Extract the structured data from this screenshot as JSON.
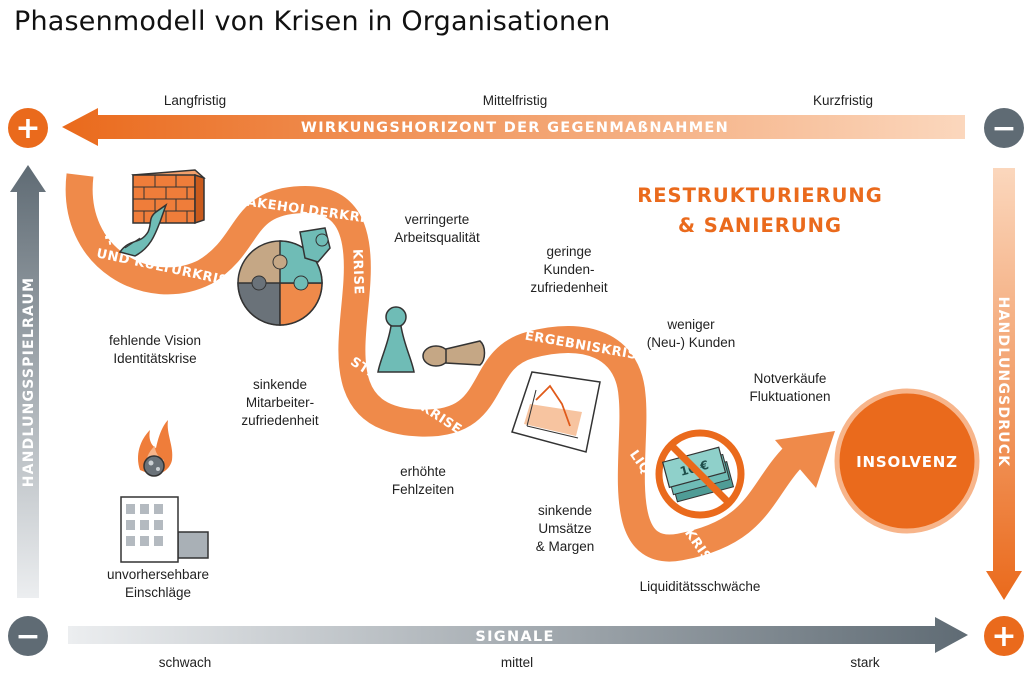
{
  "title": "Phasenmodell von Krisen in Organisationen",
  "horizon": {
    "label": "WIRKUNGSHORIZONT DER GEGENMAßNAHMEN",
    "ticks": [
      "Langfristig",
      "Mittelfristig",
      "Kurzfristig"
    ]
  },
  "signals": {
    "label": "SIGNALE",
    "ticks": [
      "schwach",
      "mittel",
      "stark"
    ]
  },
  "left_axis": "HANDLUNGSSPIELRAUM",
  "right_axis": "HANDLUNGSDRUCK",
  "symbols": {
    "plus": "+",
    "minus": "−"
  },
  "phases": [
    "SINN- UND KULTURKRISE",
    "STAKEHOLDERKRISE",
    "STRATEGIEKRISE",
    "ERGEBNISKRISE",
    "LIQUIDITÄTSKRISE"
  ],
  "end_state": "INSOLVENZ",
  "restructuring": [
    "RESTRUKTURIERUNG",
    "& SANIERUNG"
  ],
  "banknote_text": "10 €",
  "annotations": {
    "vision": [
      "fehlende Vision",
      "Identitätskrise"
    ],
    "external": [
      "unvorhersehbare",
      "Einschläge"
    ],
    "employee": [
      "sinkende",
      "Mitarbeiter-",
      "zufriedenheit"
    ],
    "work_quality": [
      "verringerte",
      "Arbeitsqualität"
    ],
    "absence": [
      "erhöhte",
      "Fehlzeiten"
    ],
    "customer_sat": [
      "geringe",
      "Kunden-",
      "zufriedenheit"
    ],
    "new_customers": [
      "weniger",
      "(Neu-) Kunden"
    ],
    "sales": [
      "sinkende",
      "Umsätze",
      "& Margen"
    ],
    "emergency": [
      "Notverkäufe",
      "Fluktuationen"
    ],
    "liquidity": [
      "Liquiditätsschwäche"
    ]
  },
  "colors": {
    "orange": "#ea6a1c",
    "ribbon": "#ef8a4a",
    "gray": "#5f6b74",
    "teal": "#6fbcb6",
    "tan": "#c5a785"
  }
}
